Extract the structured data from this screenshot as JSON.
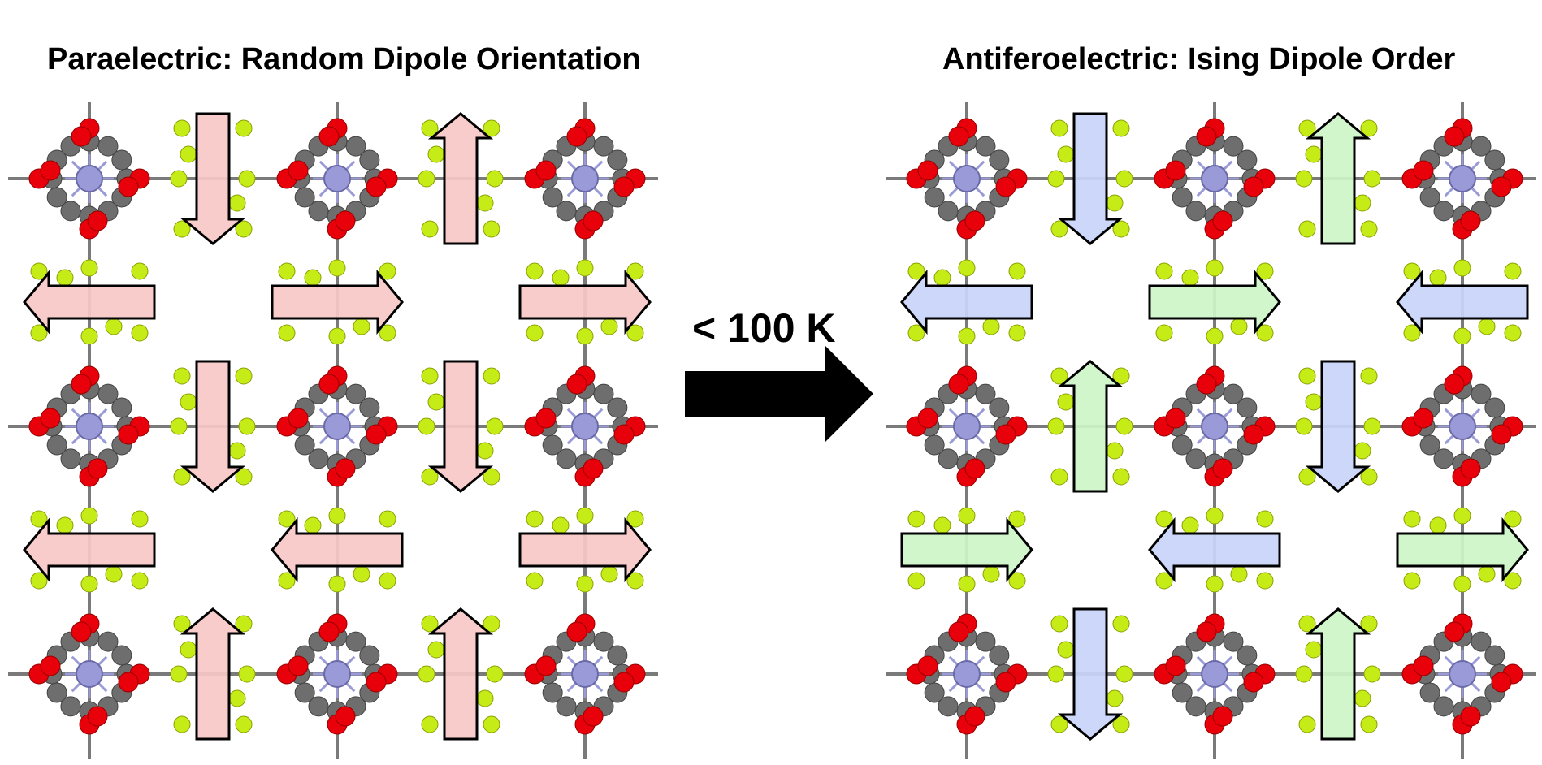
{
  "titles": {
    "left": "Paraelectric: Random Dipole Orientation",
    "right": "Antiferoelectric: Ising Dipole Order"
  },
  "transition": {
    "label": "< 100 K",
    "arrow_color": "#000000"
  },
  "colors": {
    "left_arrow": "#f8c8c8",
    "up_down_arrow_green": "#cdf5c8",
    "down_arrow_blue": "#c8d4f8",
    "oxygen": "#e8000a",
    "carbon": "#6e6e6e",
    "metal": "#9a9ad8",
    "fluorine": "#c6ec18",
    "bond": "#7a7a7a"
  },
  "lattices": {
    "left": {
      "vertical_dipoles": [
        "down",
        "up",
        "down",
        "down",
        "up",
        "up"
      ],
      "horizontal_dipoles": [
        "left",
        "right",
        "right",
        "left",
        "left",
        "right"
      ]
    },
    "right": {
      "vertical_dipoles": [
        "down",
        "up",
        "up",
        "down",
        "down",
        "up"
      ],
      "horizontal_dipoles": [
        "left",
        "right",
        "left",
        "right",
        "left",
        "right"
      ],
      "vertical_colors": [
        "blue",
        "green",
        "green",
        "blue",
        "blue",
        "green"
      ],
      "horizontal_colors": [
        "blue",
        "green",
        "blue",
        "green",
        "blue",
        "green"
      ]
    }
  }
}
